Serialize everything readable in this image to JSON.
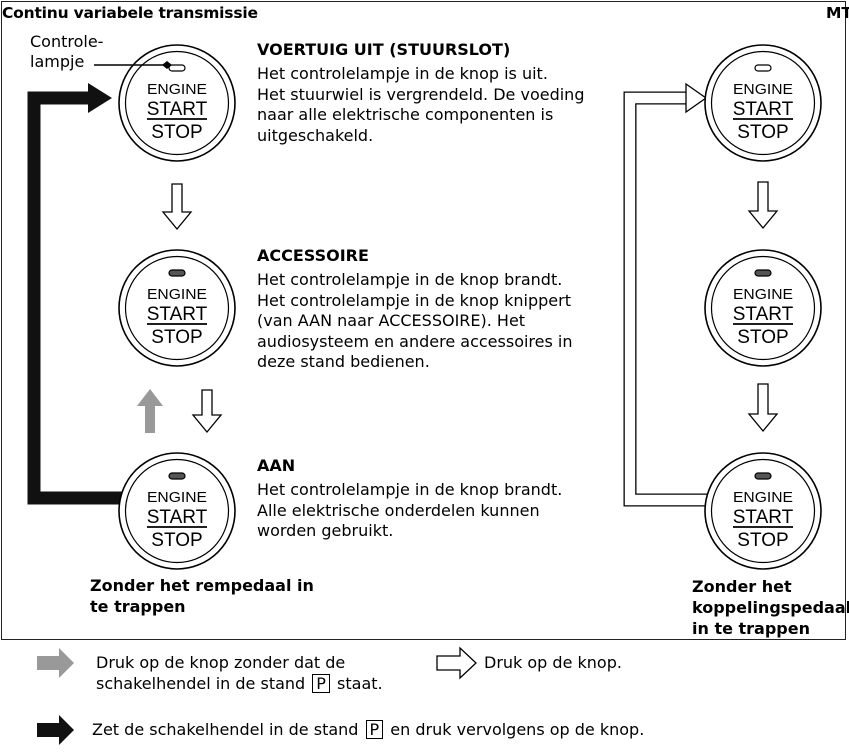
{
  "header": {
    "title": "Continu variabele transmissie",
    "mt_label": "MT"
  },
  "control_lamp_label": "Controle-\nlampje",
  "button": {
    "line1": "ENGINE",
    "line2": "START",
    "line3": "STOP"
  },
  "states": [
    {
      "title": "VOERTUIG UIT (STUURSLOT)",
      "description": "Het controlelampje in de knop is uit.\nHet stuurwiel is vergrendeld. De voeding\nnaar alle elektrische componenten is\nuitgeschakeld."
    },
    {
      "title": "ACCESSOIRE",
      "description": "Het controlelampje in de knop brandt.\nHet controlelampje in de knop knippert\n(van AAN naar ACCESSOIRE). Het\naudiosysteem en andere accessoires in\ndeze stand bedienen."
    },
    {
      "title": "AAN",
      "description": "Het controlelampje in de knop brandt.\nAlle elektrische onderdelen kunnen\nworden gebruikt."
    }
  ],
  "captions": {
    "left": "Zonder het rempedaal in\nte trappen",
    "right": "Zonder het\nkoppelingspedaal\nin te trappen"
  },
  "legend": {
    "gray_line1": "Druk op de knop zonder dat de",
    "gray_line2_before": "schakelhendel in de stand",
    "gray_line2_p": "P",
    "gray_line2_after": "staat.",
    "white": "Druk op de knop.",
    "black_before": "Zet de schakelhendel in de stand",
    "black_p": "P",
    "black_after": "en druk vervolgens op de knop."
  },
  "colors": {
    "gray_arrow": "#999999",
    "black_arrow": "#111111",
    "white_arrow": "#ffffff",
    "lamp_on": "#555555",
    "border": "#222222"
  }
}
